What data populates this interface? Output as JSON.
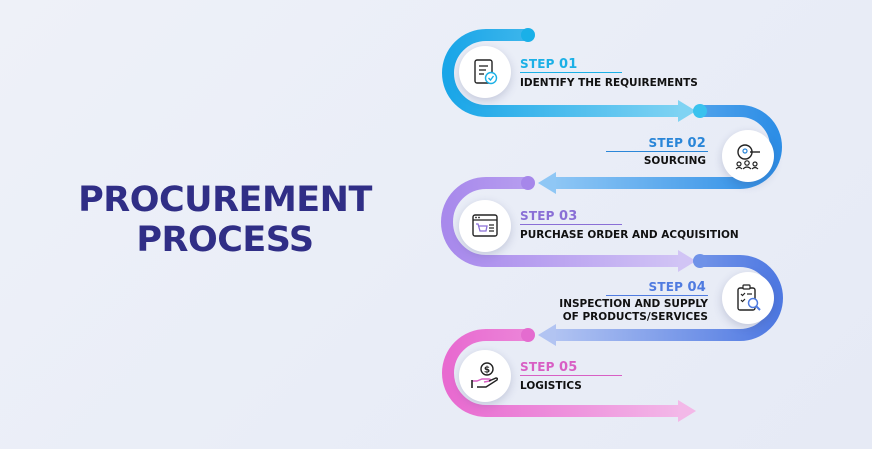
{
  "title": {
    "line1": "PROCUREMENT",
    "line2": "PROCESS"
  },
  "steps": [
    {
      "label": "STEP",
      "number": "01",
      "text": "IDENTIFY THE REQUIREMENTS",
      "color": "#1bb0e6",
      "icon": "checklist-icon"
    },
    {
      "label": "STEP",
      "number": "02",
      "text": "SOURCING",
      "color": "#2a86d8",
      "icon": "search-people-icon"
    },
    {
      "label": "STEP",
      "number": "03",
      "text": "PURCHASE ORDER AND ACQUISITION",
      "color": "#8a6fd6",
      "icon": "shopping-web-icon"
    },
    {
      "label": "STEP",
      "number": "04",
      "text_line1": "INSPECTION AND SUPPLY",
      "text_line2": "OF PRODUCTS/SERVICES",
      "color": "#4f7be0",
      "icon": "clipboard-inspect-icon"
    },
    {
      "label": "STEP",
      "number": "05",
      "text": "LOGISTICS",
      "color": "#d85fc4",
      "icon": "hand-money-icon"
    }
  ]
}
